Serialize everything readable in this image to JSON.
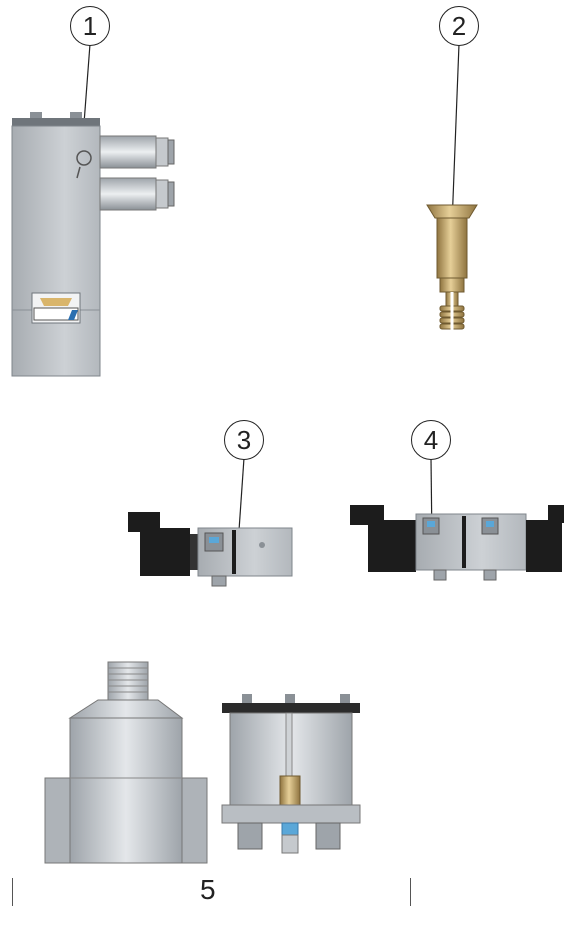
{
  "callouts": [
    {
      "id": "1",
      "label": "1"
    },
    {
      "id": "2",
      "label": "2"
    },
    {
      "id": "3",
      "label": "3"
    },
    {
      "id": "4",
      "label": "4"
    }
  ],
  "part5_label": "5",
  "colors": {
    "line": "#222222",
    "steel": "#b9bec3",
    "steel_dark": "#8a9096",
    "brass": "#c8a96a",
    "coil": "#1c1c1c",
    "fitting_blue": "#5aa7d8"
  }
}
